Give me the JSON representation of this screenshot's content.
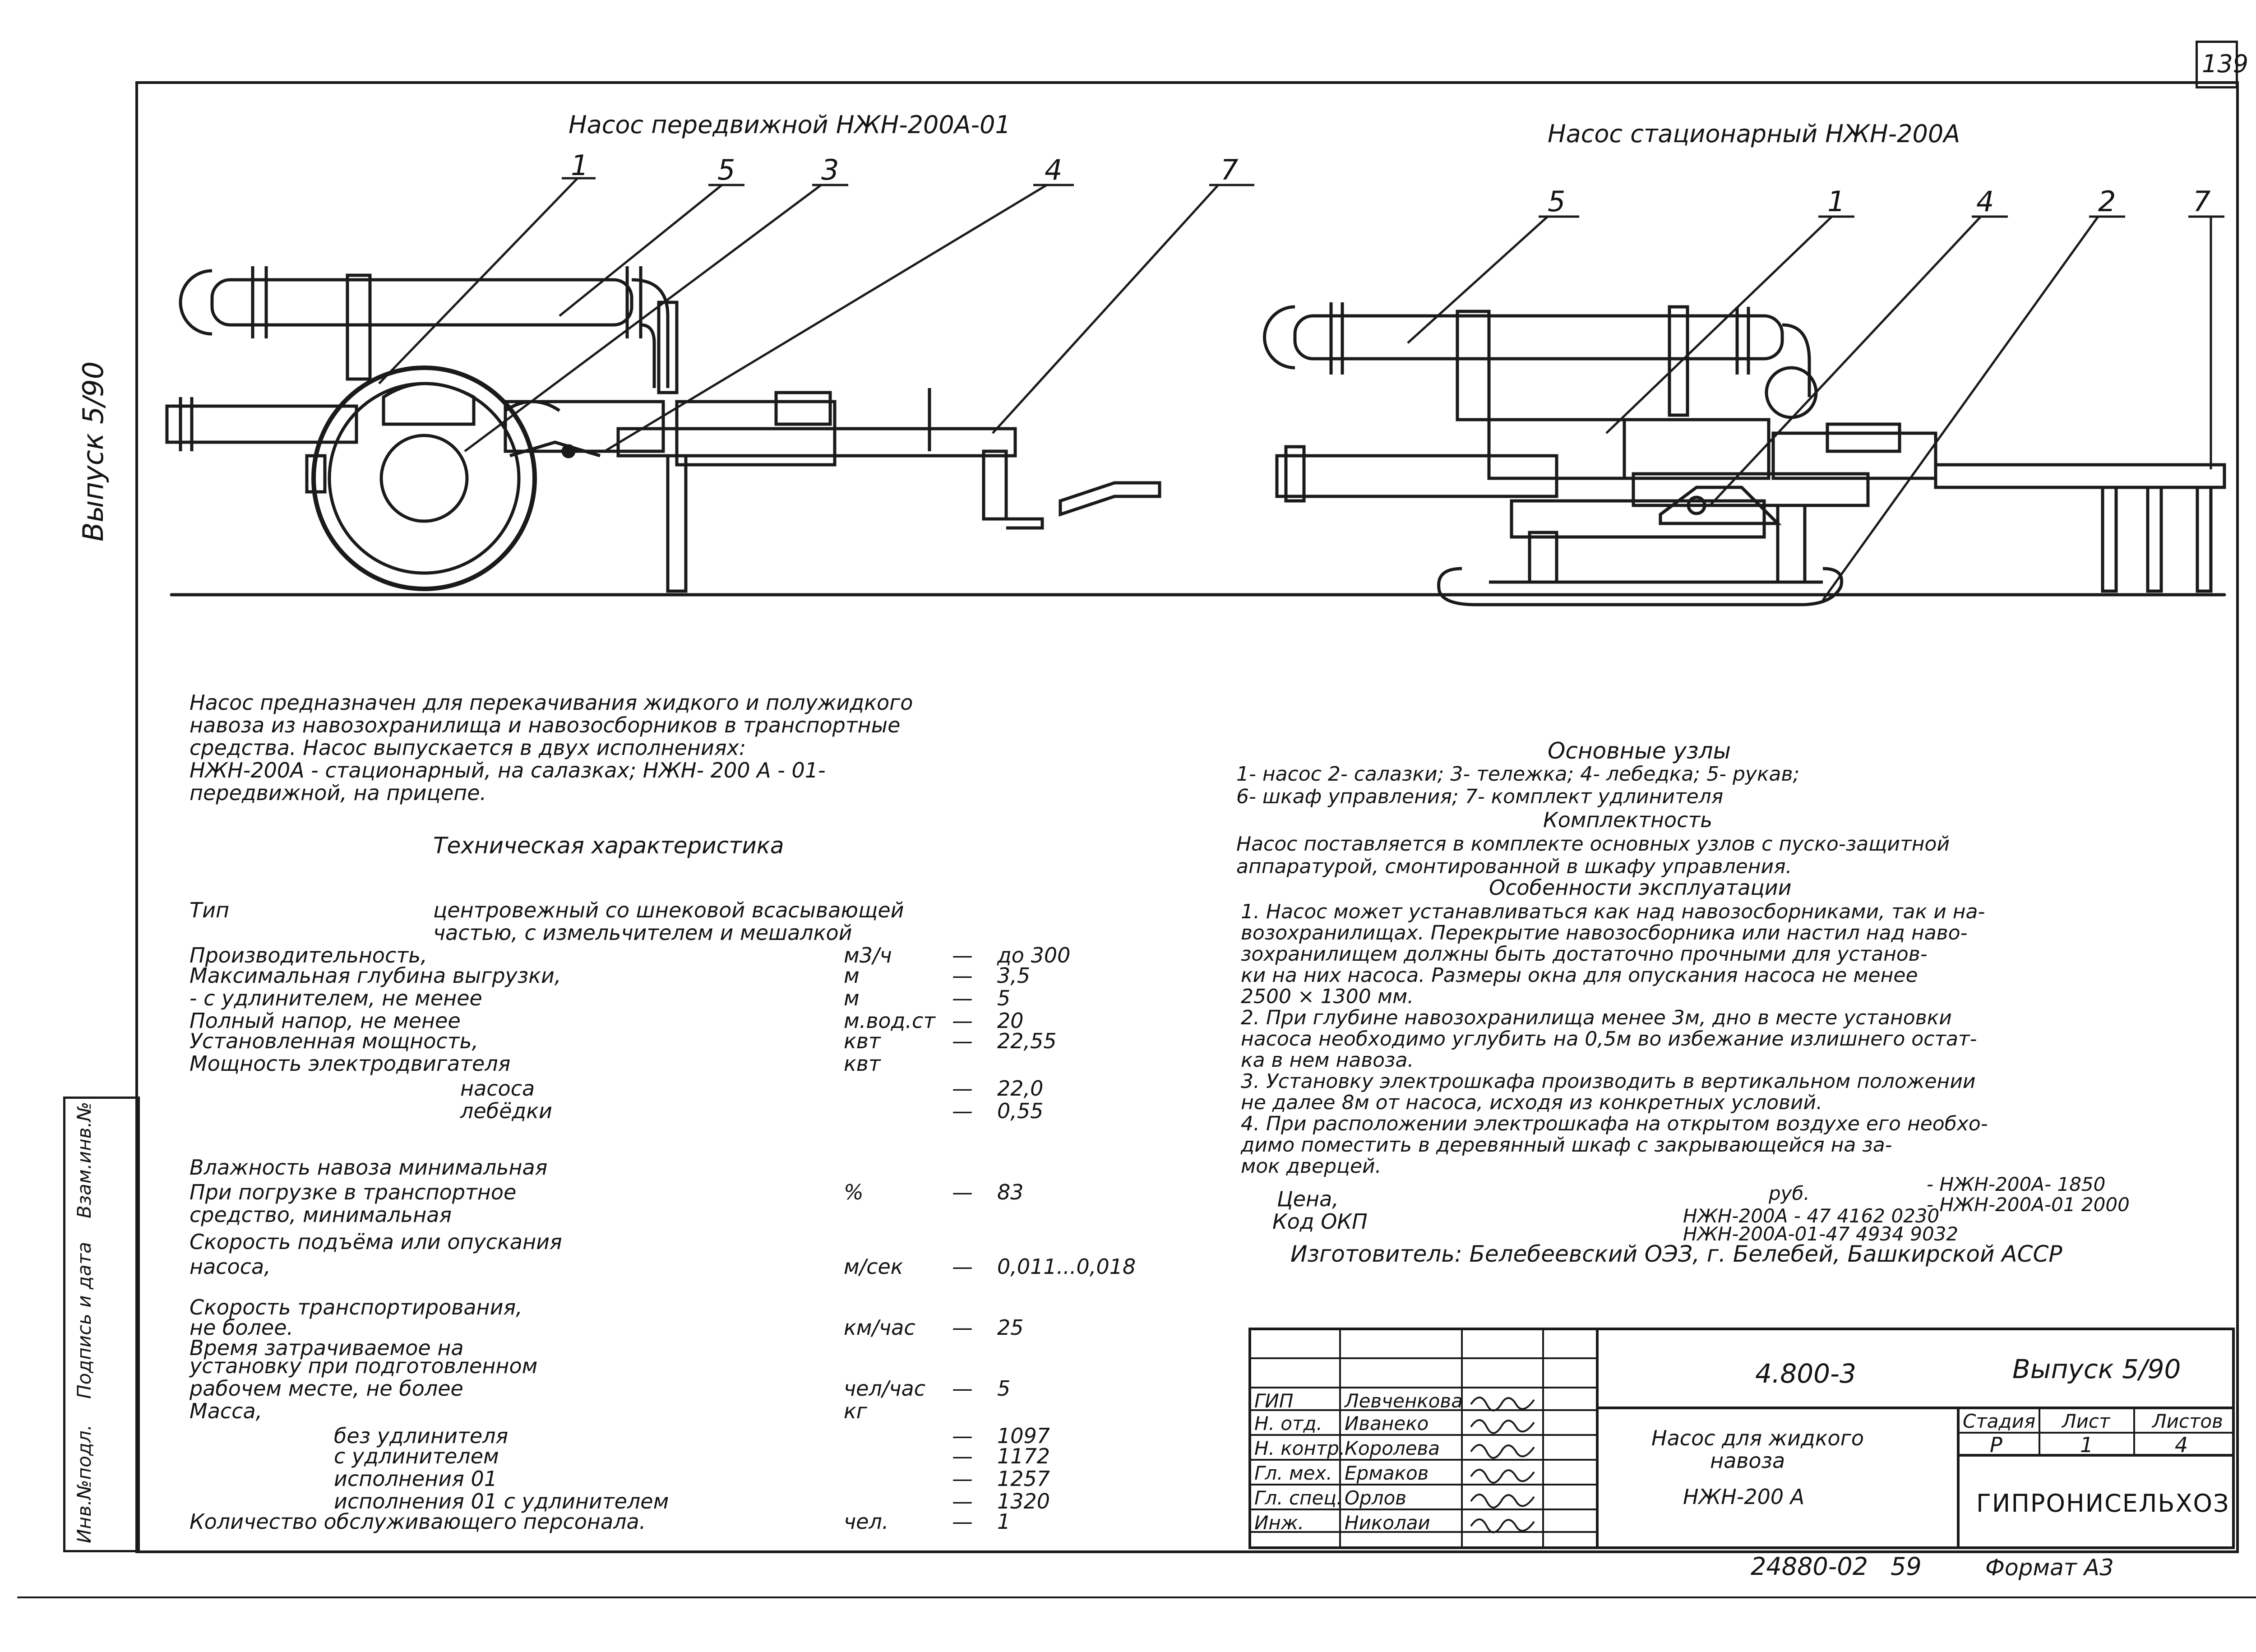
{
  "sheet_number": "139",
  "side_label": "Выпуск 5/90",
  "stamp_side": {
    "inv_podl": "Инв.№подл.",
    "podpis": "Подпись и дата",
    "vzam": "Взам.инв.№"
  },
  "figure_left": {
    "title": "Насос передвижной НЖН-200А-01",
    "callouts": [
      "1",
      "5",
      "3",
      "4",
      "7"
    ]
  },
  "figure_right": {
    "title": "Насос стационарный НЖН-200А",
    "callouts": [
      "5",
      "1",
      "4",
      "2",
      "7"
    ]
  },
  "description": [
    "Насос предназначен для перекачивания жидкого и полужидкого",
    "навоза из навозохранилища и навозосборников в транспортные",
    "средства. Насос выпускается в двух исполнениях:",
    "НЖН-200А - стационарный, на салазках; НЖН- 200 А - 01-",
    "передвижной, на прицепе."
  ],
  "tech_title": "Техническая характеристика",
  "tech": [
    {
      "name": "Тип",
      "unit": "центровежный со шнековой всасывающей",
      "dash": "",
      "value": ""
    },
    {
      "name": "",
      "unit": "частью, с измельчителем и мешалкой",
      "dash": "",
      "value": ""
    },
    {
      "name": "Производительность,",
      "unit": "м3/ч",
      "dash": "—",
      "value": "до 300"
    },
    {
      "name": "Максимальная глубина выгрузки,",
      "unit": "м",
      "dash": "—",
      "value": "3,5"
    },
    {
      "name": "- с удлинителем, не менее",
      "unit": "м",
      "dash": "—",
      "value": "5"
    },
    {
      "name": "Полный напор, не менее",
      "unit": "м.вод.ст",
      "dash": "—",
      "value": "20"
    },
    {
      "name": "Установленная мощность,",
      "unit": "квт",
      "dash": "—",
      "value": "22,55"
    },
    {
      "name": "Мощность электродвигателя",
      "unit": "квт",
      "dash": "",
      "value": ""
    },
    {
      "name": "насоса",
      "unit": "",
      "dash": "—",
      "value": "22,0"
    },
    {
      "name": "лебёдки",
      "unit": "",
      "dash": "—",
      "value": "0,55"
    },
    {
      "name": "Влажность навоза минимальная",
      "unit": "",
      "dash": "",
      "value": ""
    },
    {
      "name": "При погрузке в транспортное",
      "unit": "%",
      "dash": "—",
      "value": "83"
    },
    {
      "name": "средство, минимальная",
      "unit": "",
      "dash": "",
      "value": ""
    },
    {
      "name": "Скорость подъёма или опускания",
      "unit": "",
      "dash": "",
      "value": ""
    },
    {
      "name": "насоса,",
      "unit": "м/сек",
      "dash": "—",
      "value": "0,011...0,018"
    },
    {
      "name": "Скорость транспортирования,",
      "unit": "",
      "dash": "",
      "value": ""
    },
    {
      "name": "не более.",
      "unit": "км/час",
      "dash": "—",
      "value": "25"
    },
    {
      "name": "Время затрачиваемое на",
      "unit": "",
      "dash": "",
      "value": ""
    },
    {
      "name": "установку при подготовленном",
      "unit": "",
      "dash": "",
      "value": ""
    },
    {
      "name": "рабочем месте, не более",
      "unit": "чел/час",
      "dash": "—",
      "value": "5"
    },
    {
      "name": "Масса,",
      "unit": "кг",
      "dash": "",
      "value": ""
    },
    {
      "name": "без удлинителя",
      "unit": "",
      "dash": "—",
      "value": "1097"
    },
    {
      "name": "с удлинителем",
      "unit": "",
      "dash": "—",
      "value": "1172"
    },
    {
      "name": "исполнения 01",
      "unit": "",
      "dash": "—",
      "value": "1257"
    },
    {
      "name": "исполнения 01 с удлинителем",
      "unit": "",
      "dash": "—",
      "value": "1320"
    },
    {
      "name": "Количество обслуживающего персонала.",
      "unit": "чел.",
      "dash": "—",
      "value": "1"
    }
  ],
  "right_block": {
    "nodes_title": "Основные узлы",
    "nodes_line1": "1- насос          2- салазки;  3- тележка;  4- лебедка;  5- рукав;",
    "nodes_line2": "6- шкаф управления; 7- комплект удлинителя",
    "kit_title": "Комплектность",
    "kit_line1": "Насос поставляется в комплекте основных узлов с пуско-защитной",
    "kit_line2": "аппаратурой, смонтированной в шкафу управления.",
    "feat_title": "Особенности эксплуатации",
    "features": [
      "1.  Насос может устанавливаться как над навозосборниками, так и на-",
      "     возохранилищах. Перекрытие навозосборника или настил над наво-",
      "     зохранилищем должны быть достаточно прочными для установ-",
      "     ки на них насоса. Размеры окна для опускания насоса не менее",
      "     2500 × 1300 мм.",
      "2.  При глубине навозохранилища менее 3м, дно в месте установки",
      "     насоса необходимо углубить на 0,5м во избежание излишнего остат-",
      "     ка в нем навоза.",
      "3.  Установку электрошкафа производить в вертикальном положении",
      "     не далее 8м от насоса, исходя из конкретных условий.",
      "4.  При расположении электрошкафа на открытом воздухе его необхо-",
      "     димо поместить в деревянный шкаф с закрывающейся на за-",
      "     мок дверцей."
    ],
    "price_label": "Цена,",
    "price_unit": "руб.",
    "price1": "- НЖН-200А-     1850",
    "price2": "- НЖН-200А-01   2000",
    "okp_label": "Код ОКП",
    "okp1": "НЖН-200А - 47 4162 0230",
    "okp2": "НЖН-200А-01-47 4934 9032",
    "maker": "Изготовитель: Белебеевский ОЭЗ, г. Белебей, Башкирской АССР"
  },
  "title_block": {
    "roles": [
      "ГИП",
      "Н. отд.",
      "Н. контр.",
      "Гл. мех.",
      "Гл. спец.",
      "Инж."
    ],
    "names": [
      "Левченкова",
      "Иванеко",
      "Королева",
      "Ермаков",
      "Орлов",
      "Николаи"
    ],
    "code": "4.800-3",
    "issue": "Выпуск 5/90",
    "name_line1": "Насос для жидкого",
    "name_line2": "навоза",
    "name_line3": "НЖН-200 А",
    "stage_label": "Стадия",
    "sheet_label": "Лист",
    "sheets_label": "Листов",
    "stage": "Р",
    "sheet": "1",
    "sheets": "4",
    "org": "ГИПРОНИСЕЛЬХОЗ"
  },
  "footer": {
    "doc": "24880-02",
    "page": "59",
    "format": "Формат А3"
  }
}
